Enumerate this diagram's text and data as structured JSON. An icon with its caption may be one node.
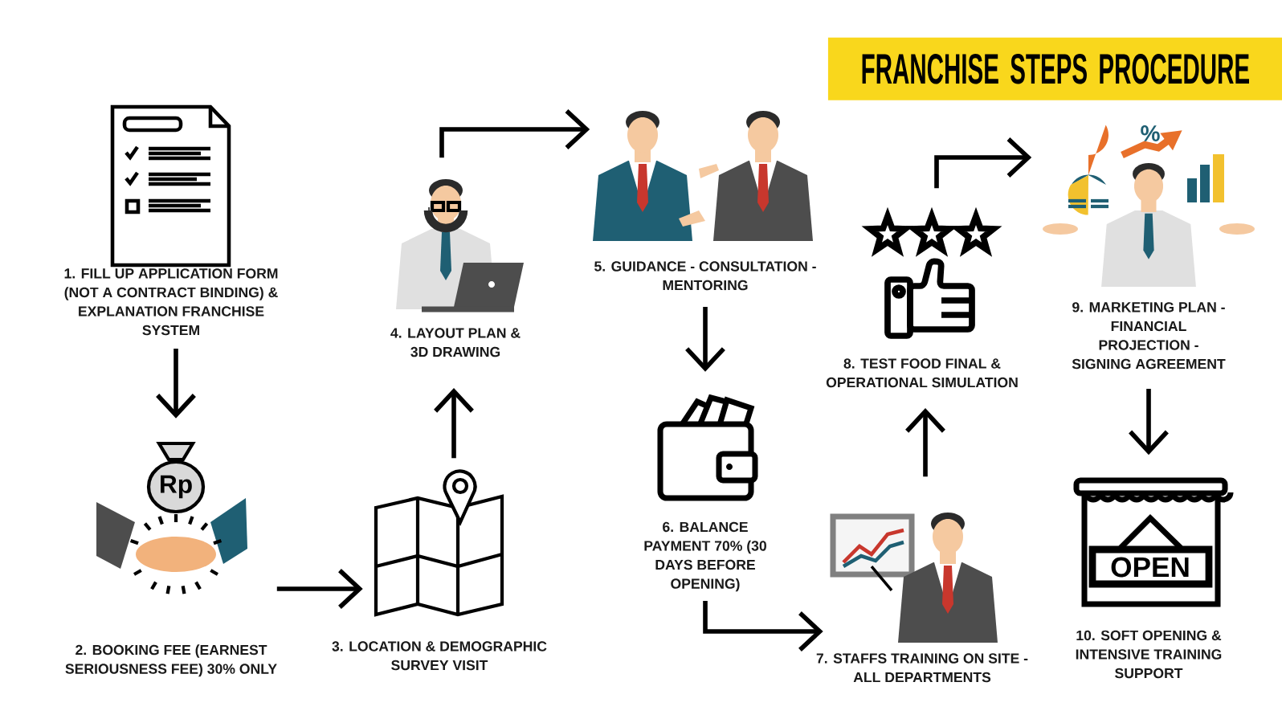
{
  "diagram": {
    "title": "FRANCHISE STEPS PROCEDURE",
    "nodes": [
      {
        "text": [
          "1. FILL UP APPLICATION FORM (NOT A CONTRACT BINDING) & EXPLANATION FRANCHISE SYSTEM"
        ]
      },
      {
        "text": [
          "2. BOOKING FEE (EARNEST SERIOUSNESS FEE) 30% ONLY"
        ]
      },
      {
        "text": [
          "3. LOCATION & DEMOGRAPHIC SURVEY VISIT"
        ]
      },
      {
        "text": [
          "4. LAYOUT PLAN & 3D DRAWING"
        ]
      },
      {
        "text": [
          "5. GUIDANCE - CONSULTATION - MENTORING"
        ]
      },
      {
        "text": [
          "6. BALANCE PAYMENT 70% (30 DAYS BEFORE OPENING)"
        ]
      },
      {
        "text": [
          "7. STAFFS TRAINING ON SITE - ALL DEPARTMENTS"
        ]
      },
      {
        "text": [
          "8. TEST FOOD FINAL & OPERATIONAL SIMULATION"
        ]
      },
      {
        "text": [
          "9. MARKETING PLAN - FINANCIAL PROJECTION - SIGNING AGREEMENT"
        ]
      },
      {
        "text": [
          "10. SOFT OPENING & INTENSIVE TRAINING SUPPORT"
        ]
      }
    ],
    "edges": [
      {
        "from": 0,
        "to": 1,
        "arrow": "to"
      },
      {
        "from": 1,
        "to": 2,
        "arrow": "to"
      },
      {
        "from": 2,
        "to": 3,
        "arrow": "to"
      },
      {
        "from": 3,
        "to": 4,
        "arrow": "to"
      },
      {
        "from": 4,
        "to": 5,
        "arrow": "to"
      },
      {
        "from": 5,
        "to": 6,
        "arrow": "to"
      },
      {
        "from": 6,
        "to": 7,
        "arrow": "to"
      },
      {
        "from": 7,
        "to": 8,
        "arrow": "to"
      },
      {
        "from": 8,
        "to": 9,
        "arrow": "to"
      }
    ],
    "labels": [
      "Rp",
      "%",
      "OPEN"
    ]
  }
}
